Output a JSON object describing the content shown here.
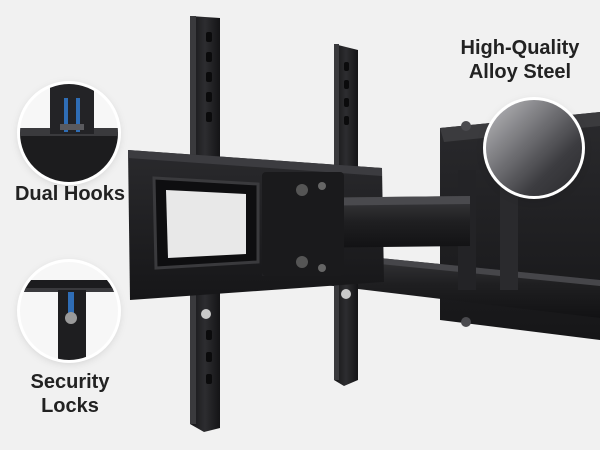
{
  "features": {
    "hooks": {
      "line1": "Dual Hooks"
    },
    "locks": {
      "line1": "Security",
      "line2": "Locks"
    },
    "steel": {
      "line1": "High-Quality",
      "line2": "Alloy Steel"
    }
  },
  "colors": {
    "background": "#f1f1f1",
    "metal": "#1d1d1f",
    "metal_highlight": "#3a3a3c",
    "label_text": "#222222",
    "callout_ring": "#ffffff",
    "screw_blue": "#2f6db5"
  }
}
